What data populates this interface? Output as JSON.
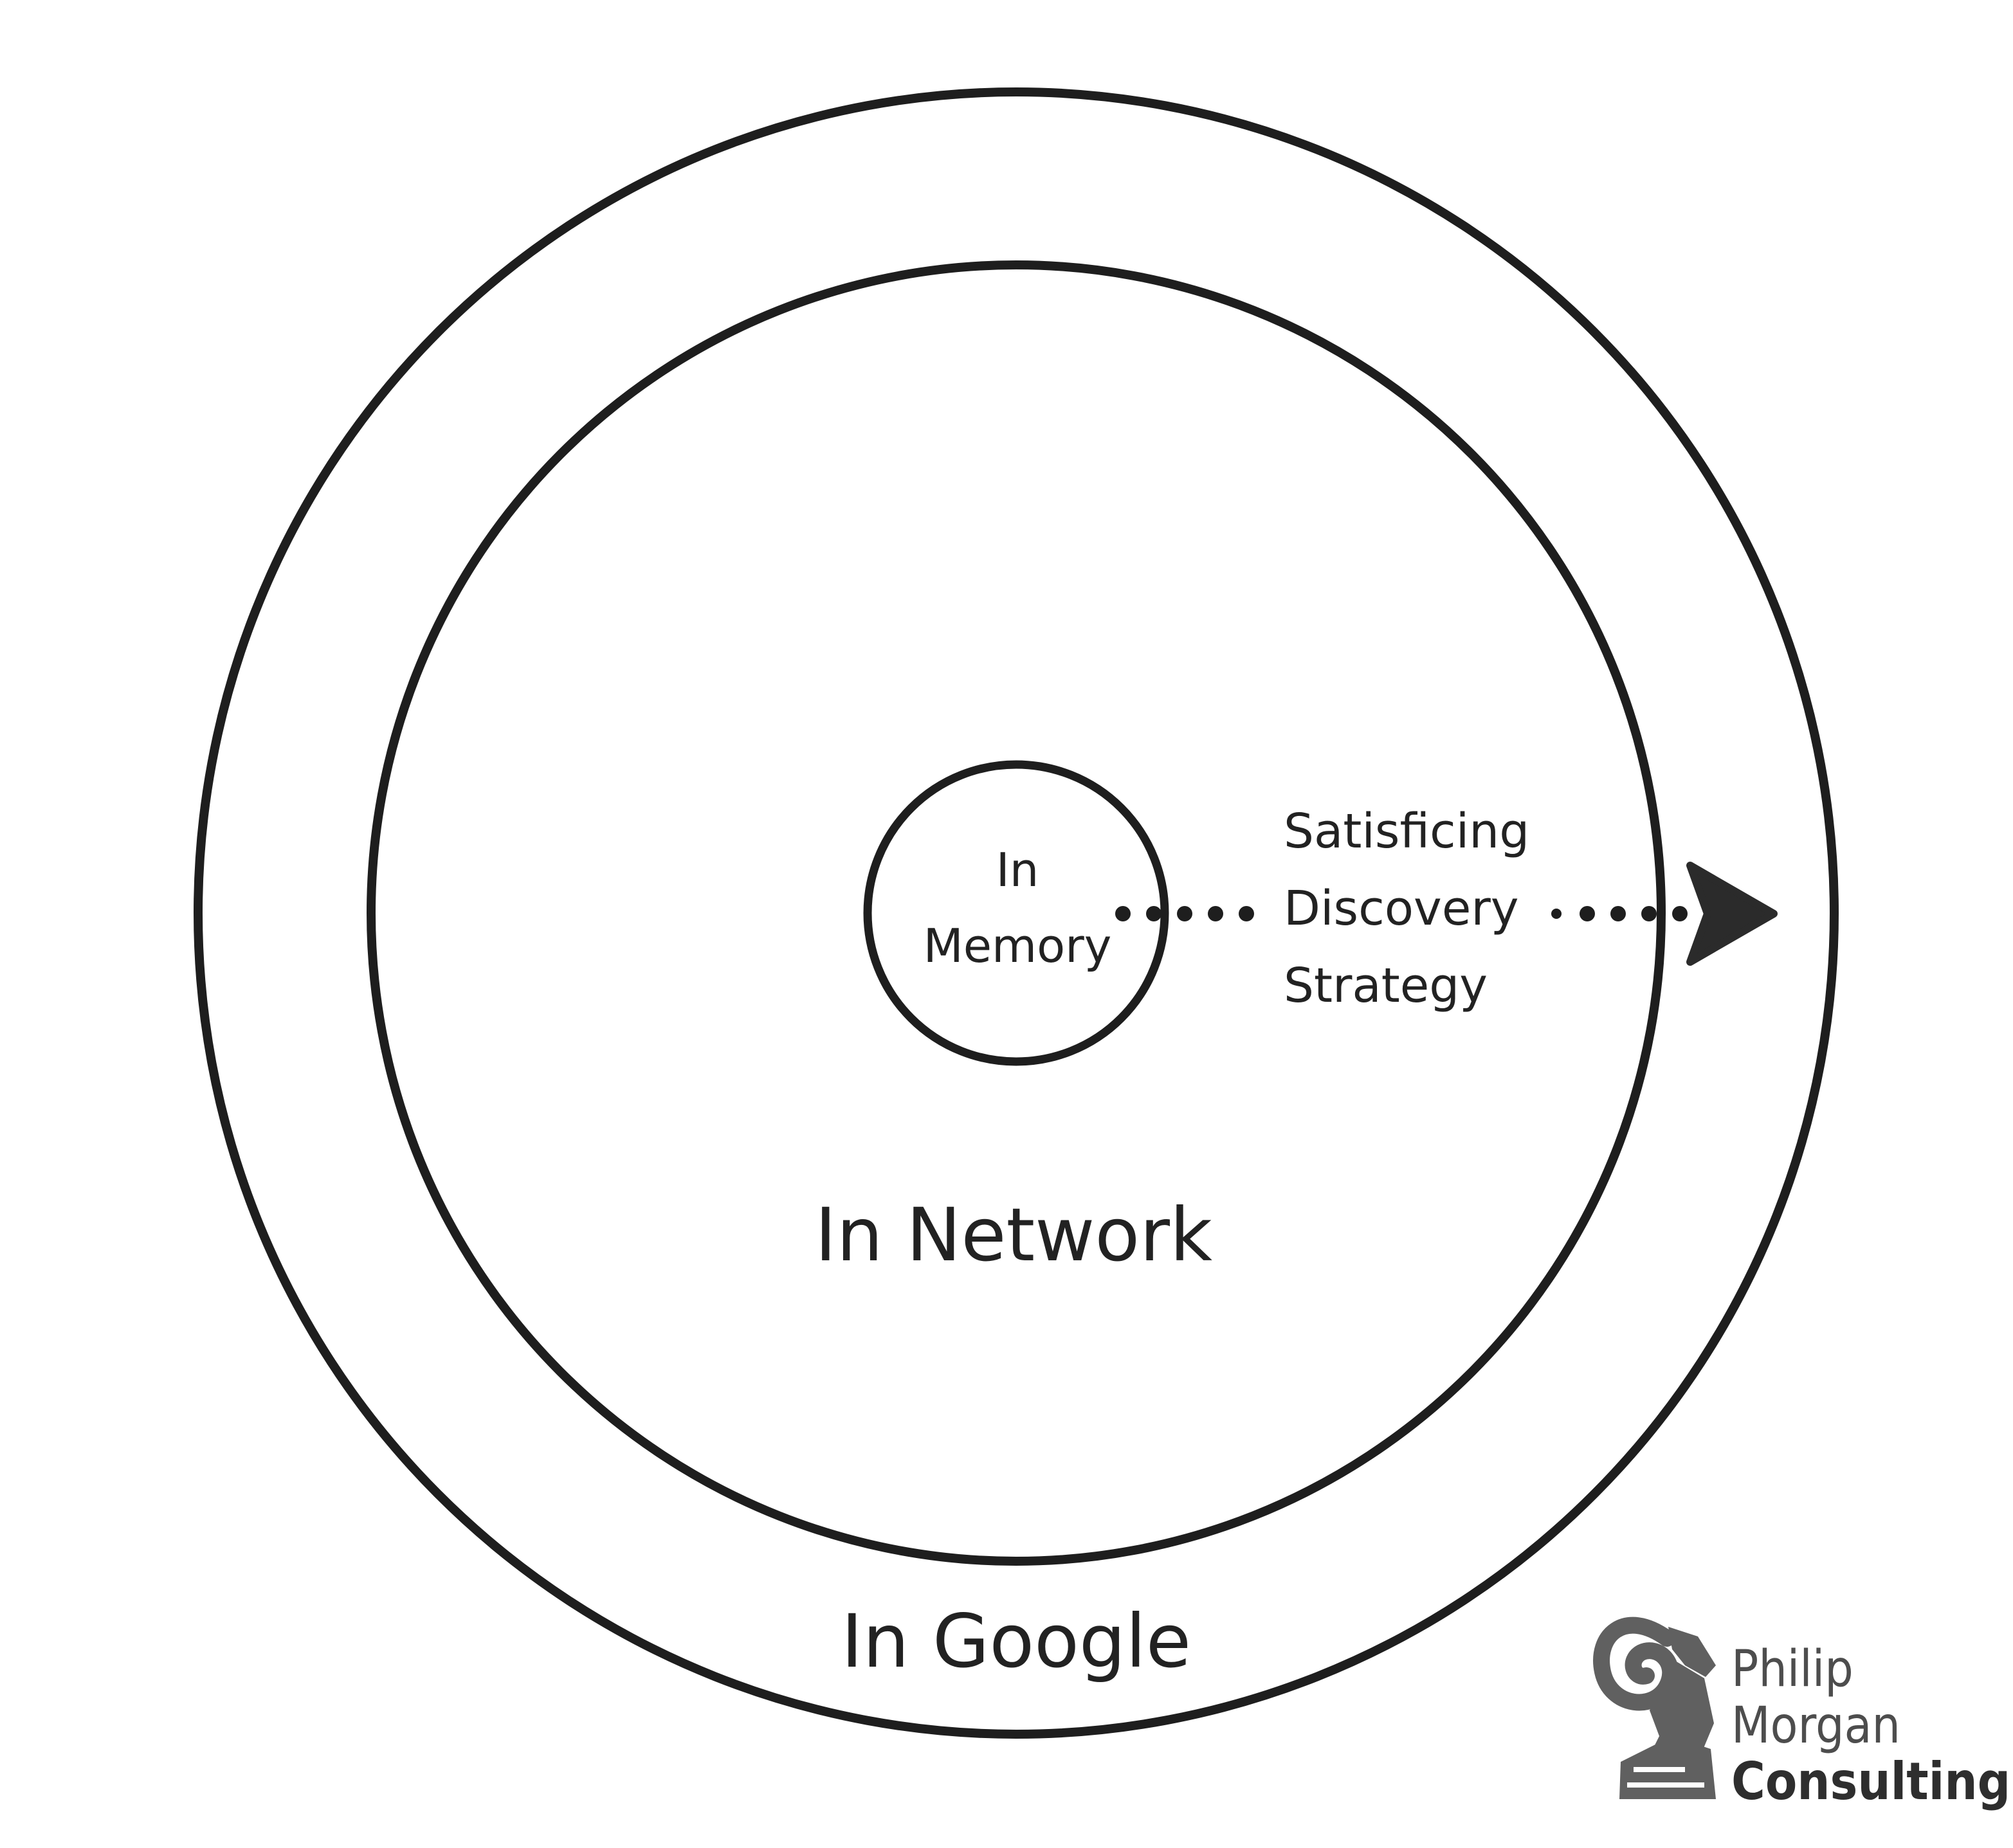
{
  "diagram": {
    "outer_label": "In Google",
    "middle_label": "In Network",
    "inner_label_lines": [
      "In",
      "Memory"
    ],
    "strategy_lines": [
      "Satisficing",
      "Discovery",
      "Strategy"
    ]
  },
  "logo": {
    "lines": [
      "Philip",
      "Morgan",
      "Consulting"
    ],
    "color": "#606060"
  },
  "colors": {
    "stroke": "#1e1e1e",
    "text": "#222222",
    "background": "#ffffff"
  }
}
